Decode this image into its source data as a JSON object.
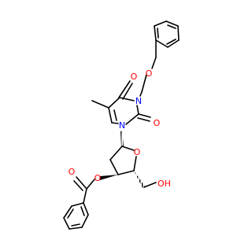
{
  "structure": {
    "atoms": {
      "o_ether": "O",
      "n3": "N",
      "n1": "N",
      "o_c4": "O",
      "o_c2": "O",
      "o_ring": "O",
      "o_ester": "O",
      "o_carbonyl": "O",
      "oh": "OH"
    },
    "colors": {
      "oxygen": "#ff0000",
      "nitrogen": "#0000ff",
      "bond": "#000000",
      "background": "#ffffff"
    }
  }
}
